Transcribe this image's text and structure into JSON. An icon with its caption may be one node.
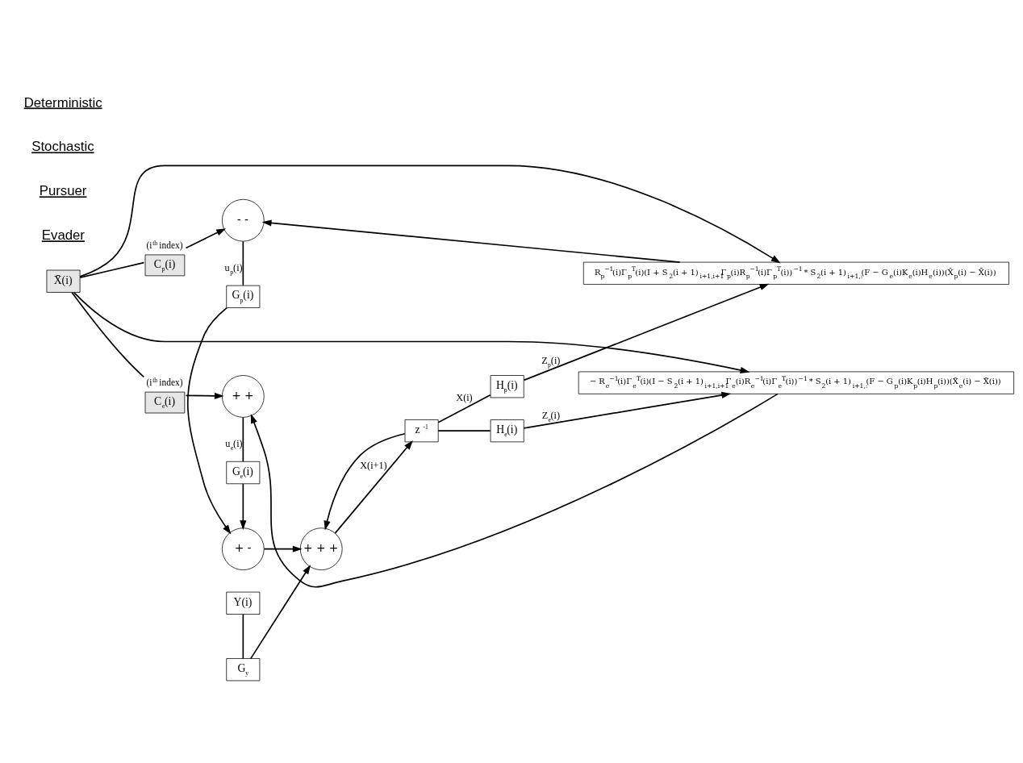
{
  "diagram": {
    "nodes": [
      {
        "text": [
          "X̄(i)"
        ]
      },
      {
        "text": [
          "C$_{p}$(i)"
        ],
        "beside": [
          "(i$^{th}$ index)"
        ]
      },
      {
        "text": [
          "- -"
        ]
      },
      {
        "text": [
          "R$_{p}$$^{−1}$(i)Γ$_{p}$$^{T}$(i)(I + S$_{2}$(i + 1)$_{i+1,i+1}$Γ$_{p}$(i)R$_{p}$$^{−1}$(i)Γ$_{p}$$^{T}$(i))$^{−1}$ * S$_{2}$(i + 1)$_{i+1,:}$(F − G$_{e}$(i)K$_{e}$(i)H$_{e}$(i))(X̂$_{p}$(i) − X̄(i))"
        ]
      },
      {
        "text": [
          "G$_{p}$(i)"
        ]
      },
      {
        "text": [
          "H$_{p}$(i)"
        ]
      },
      {
        "text": [
          "+ -"
        ]
      },
      {
        "text": [
          "+ + +"
        ]
      },
      {
        "text": [
          "z $^{-1}$"
        ]
      },
      {
        "text": [
          "G$_{y}$"
        ]
      },
      {
        "text": [
          "Y(i)"
        ]
      },
      {
        "text": [
          "G$_{e}$(i)"
        ]
      },
      {
        "text": [
          "H$_{e}$(i)"
        ]
      },
      {
        "text": [
          "+ +"
        ]
      },
      {
        "text": [
          "− R$_{e}$$^{−1}$(i)Γ$_{e}$$^{T}$(i)(I − S$_{2}$(i + 1)$_{i+1,i+1}$Γ$_{e}$(i)R$_{e}$$^{−1}$(i)Γ$_{e}$$^{T}$(i))$^{−1}$ * S$_{2}$(i + 1)$_{i+1,:}$(F − G$_{p}$(i)K$_{p}$(i)H$_{p}$(i))(X̂$_{e}$(i) − X̄(i))"
        ]
      },
      {
        "text": [
          "C$_{e}$(i)"
        ],
        "beside": [
          "(i$^{th}$ index)"
        ]
      }
    ],
    "edges": [
      {
        "from": 0,
        "to": 1,
        "arrow": "none"
      },
      {
        "from": 0,
        "to": 15,
        "arrow": "none"
      },
      {
        "from": 0,
        "to": 3,
        "arrow": "to"
      },
      {
        "from": 0,
        "to": 14,
        "arrow": "to"
      },
      {
        "from": 1,
        "to": 2,
        "arrow": "to"
      },
      {
        "from": 3,
        "to": 2,
        "arrow": "to"
      },
      {
        "from": 2,
        "to": 4,
        "arrow": "none",
        "label": "u$_{p}$(i)"
      },
      {
        "from": 4,
        "to": 6,
        "arrow": "to"
      },
      {
        "from": 11,
        "to": 6,
        "arrow": "to"
      },
      {
        "from": 13,
        "to": 11,
        "arrow": "none",
        "label": "u$_{e}$(i)"
      },
      {
        "from": 15,
        "to": 13,
        "arrow": "to"
      },
      {
        "from": 14,
        "to": 13,
        "arrow": "to"
      },
      {
        "from": 6,
        "to": 7,
        "arrow": "to"
      },
      {
        "from": 7,
        "to": 8,
        "arrow": "to",
        "label": "X(i+1)"
      },
      {
        "from": 10,
        "to": 9,
        "arrow": "none"
      },
      {
        "from": 9,
        "to": 7,
        "arrow": "to"
      },
      {
        "from": 8,
        "to": 5,
        "arrow": "none",
        "label": "X(i)"
      },
      {
        "from": 8,
        "to": 12,
        "arrow": "none"
      },
      {
        "from": 8,
        "to": 7,
        "arrow": "to"
      },
      {
        "from": 5,
        "to": 3,
        "arrow": "to",
        "label": "Z$_{p}$(i)"
      },
      {
        "from": 12,
        "to": 14,
        "arrow": "to",
        "label": "Z$_{e}$(i)"
      }
    ],
    "labels": [
      "Deterministic",
      "Stochastic",
      "Pursuer",
      "Evader"
    ]
  }
}
